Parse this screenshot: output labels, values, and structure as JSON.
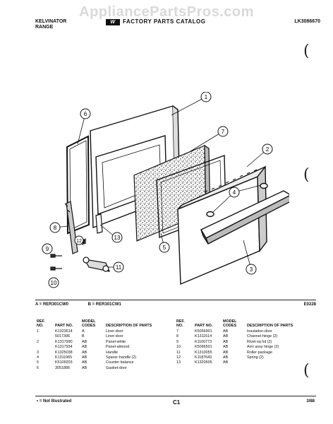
{
  "watermark": "AppliancePartsPros.com",
  "header": {
    "brand_line1": "KELVINATOR",
    "brand_line2": "RANGE",
    "center_title": "FACTORY PARTS CATALOG",
    "catalog_code": "LK3086670"
  },
  "callouts": [
    "1",
    "2",
    "3",
    "4",
    "5",
    "6",
    "7",
    "8",
    "9",
    "10",
    "11",
    "12",
    "13"
  ],
  "models": {
    "a": "A = RER301CW0",
    "b": "B = RER301CW1",
    "ref": "E0228"
  },
  "table_headers": {
    "ref": "REF. NO.",
    "part": "PART NO.",
    "codes": "MODEL CODES",
    "desc": "DESCRIPTION OF PARTS"
  },
  "parts_left": [
    {
      "ref": "1",
      "part": "K1323614",
      "code": "A",
      "desc": "Liner-door"
    },
    {
      "ref": "",
      "part": "5017396",
      "code": "B",
      "desc": "Liner-door"
    },
    {
      "ref": "2",
      "part": "K1317990",
      "code": "AB",
      "desc": "Panel-white"
    },
    {
      "ref": "",
      "part": "K1317934",
      "code": "AB",
      "desc": "Panel-almond"
    },
    {
      "ref": "3",
      "part": "K1325038",
      "code": "AB",
      "desc": "Handle"
    },
    {
      "ref": "4",
      "part": "K1311965",
      "code": "AB",
      "desc": "Spacer-handle (2)"
    },
    {
      "ref": "5",
      "part": "K5109203",
      "code": "AB",
      "desc": "Counter balance"
    },
    {
      "ref": "6",
      "part": "3051886",
      "code": "AB",
      "desc": "Gasket-door"
    }
  ],
  "parts_right": [
    {
      "ref": "7",
      "part": "K5056901",
      "code": "AB",
      "desc": "Insulation-door"
    },
    {
      "ref": "8",
      "part": "K1311514",
      "code": "AB",
      "desc": "Channel-hinge (2)"
    },
    {
      "ref": "9",
      "part": "K1100773",
      "code": "AB",
      "desc": "Rivet-sq hd (2)"
    },
    {
      "ref": "10",
      "part": "K5096501",
      "code": "AB",
      "desc": "Arm assy hinge (2)"
    },
    {
      "ref": "11",
      "part": "K1310055",
      "code": "AB",
      "desc": "Roller package"
    },
    {
      "ref": "12",
      "part": "K1187643",
      "code": "AB",
      "desc": "Spring (2)"
    },
    {
      "ref": "13",
      "part": "K1320505",
      "code": "AB",
      "desc": ""
    }
  ],
  "footer": {
    "note": "• = Not Illustrated",
    "page": "C1",
    "date": "3/88"
  }
}
